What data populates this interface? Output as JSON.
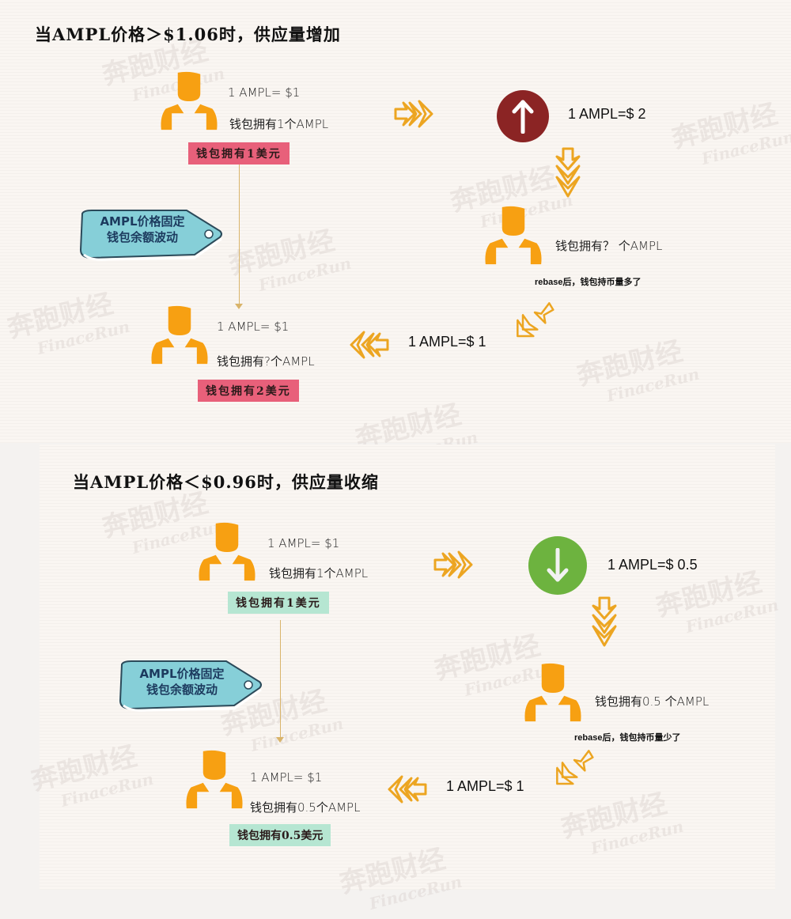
{
  "top_section": {
    "title": "当AMPL价格＞$1.06时，供应量增加",
    "start_user": {
      "price_label": "1 AMPL= $1",
      "holding_label": "钱包拥有1个AMPL",
      "badge": "钱包拥有1美元"
    },
    "price_change": {
      "icon": "arrow-up-icon",
      "color": "#8b2424",
      "label": "1 AMPL=$ 2"
    },
    "rebase_user": {
      "holding_label": "钱包拥有？ 个AMPL",
      "note": "rebase后，钱包持币量多了"
    },
    "return_price_label": "1 AMPL=$ 1",
    "end_user": {
      "price_label": "1 AMPL= $1",
      "holding_label": "钱包拥有?个AMPL",
      "badge": "钱包拥有2美元"
    },
    "tag": {
      "line1": "AMPL价格固定",
      "line2": "钱包余额波动"
    },
    "badge_color": "#e8607a"
  },
  "bottom_section": {
    "title": "当AMPL价格＜$0.96时，供应量收缩",
    "start_user": {
      "price_label": "1 AMPL= $1",
      "holding_label": "钱包拥有1个AMPL",
      "badge": "钱包拥有1美元"
    },
    "price_change": {
      "icon": "arrow-down-icon",
      "color": "#6db33f",
      "label": "1 AMPL=$ 0.5"
    },
    "rebase_user": {
      "holding_label": "钱包拥有0.5 个AMPL",
      "note": "rebase后，钱包持币量少了"
    },
    "return_price_label": "1 AMPL=$ 1",
    "end_user": {
      "price_label": "1 AMPL= $1",
      "holding_label": "钱包拥有0.5个AMPL",
      "badge": "钱包拥有0.5美元"
    },
    "tag": {
      "line1": "AMPL价格固定",
      "line2": "钱包余额波动"
    },
    "badge_color": "#b6e6d2"
  },
  "watermark": {
    "cn": "奔跑财经",
    "en": "FinaceRun"
  },
  "colors": {
    "user_icon": "#f7a012",
    "arrow_outline": "#eca521",
    "tag_fill": "#86cfd8",
    "tag_text": "#1c3a5e"
  }
}
